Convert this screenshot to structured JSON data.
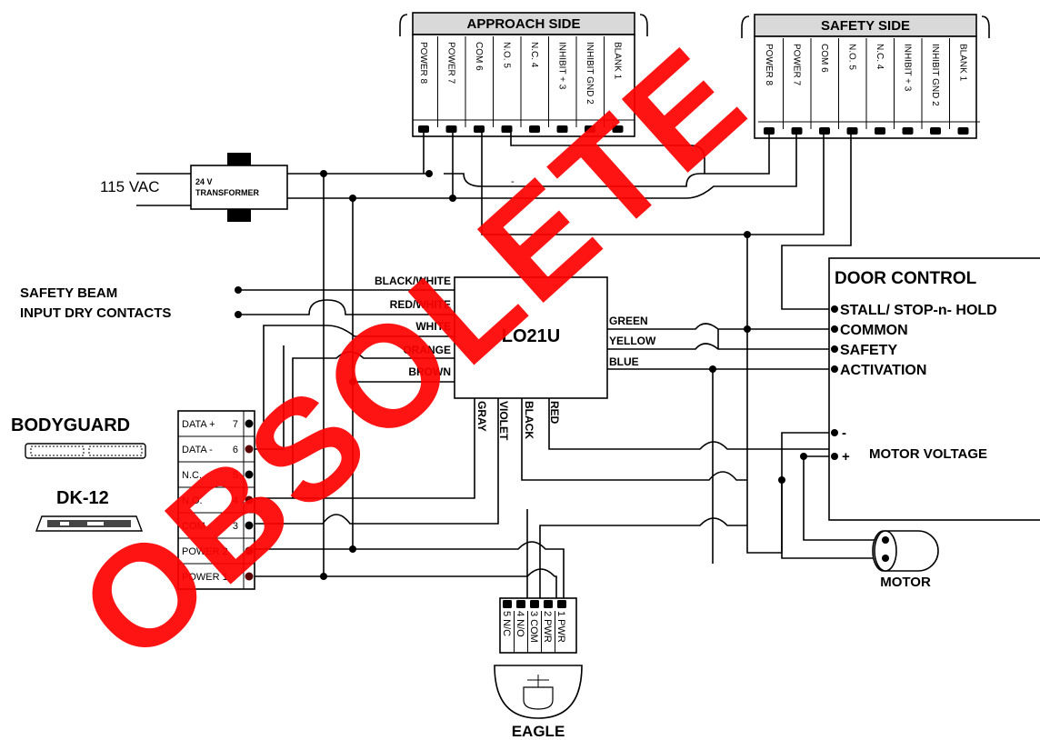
{
  "watermark": {
    "text": "OBSOLETE",
    "color": "#ff0000"
  },
  "approach_side": {
    "title": "APPROACH SIDE",
    "pins": [
      "POWER 8",
      "POWER 7",
      "COM 6",
      "N.O. 5",
      "N.C. 4",
      "INHIBIT + 3",
      "INHIBIT GND 2",
      "BLANK 1"
    ]
  },
  "safety_side": {
    "title": "SAFETY SIDE",
    "pins": [
      "POWER 8",
      "POWER 7",
      "COM 6",
      "N.O. 5",
      "N.C. 4",
      "INHIBIT + 3",
      "INHIBIT GND 2",
      "BLANK 1"
    ]
  },
  "power": {
    "source": "115 VAC",
    "transformer_line1": "24 V",
    "transformer_line2": "TRANSFORMER"
  },
  "safety_beam": {
    "line1": "SAFETY BEAM",
    "line2": "INPUT DRY CONTACTS"
  },
  "lo21u": {
    "name": "LO21U",
    "left_wires": [
      "BLACK/WHITE",
      "RED/WHITE",
      "WHITE",
      "ORANGE",
      "BROWN"
    ],
    "right_wires": [
      "GREEN",
      "YELLOW",
      "BLUE"
    ],
    "bottom_wires": [
      "GRAY",
      "VIOLET",
      "BLACK",
      "RED"
    ]
  },
  "door_control": {
    "title": "DOOR CONTROL",
    "inputs": [
      "STALL/ STOP-n- HOLD",
      "COMMON",
      "SAFETY",
      "ACTIVATION"
    ],
    "minus": "-",
    "plus": "+",
    "motor_voltage": "MOTOR VOLTAGE"
  },
  "bodyguard": {
    "title": "BODYGUARD",
    "alt_title": "DK-12",
    "terminals": [
      {
        "name": "DATA +",
        "num": "7"
      },
      {
        "name": "DATA -",
        "num": "6"
      },
      {
        "name": "N.C.",
        "num": "5"
      },
      {
        "name": "N.O.",
        "num": "4"
      },
      {
        "name": "COM",
        "num": "3"
      },
      {
        "name": "POWER 2",
        "num": ""
      },
      {
        "name": "POWER 1",
        "num": ""
      }
    ]
  },
  "eagle": {
    "title": "EAGLE",
    "pins": [
      "5 N/C",
      "4 N/O",
      "3 COM",
      "2 PWR",
      "1 PWR"
    ]
  },
  "motor": {
    "label": "MOTOR"
  },
  "stray_mark": "-"
}
